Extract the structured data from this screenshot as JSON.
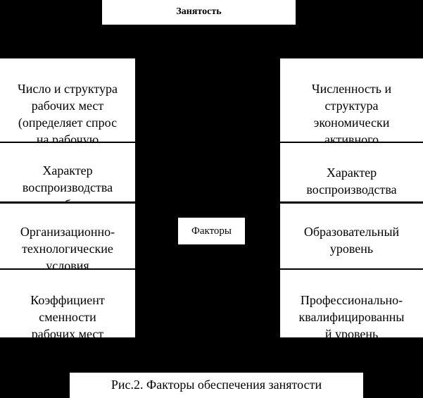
{
  "title": "Занятость",
  "center_label": "Факторы",
  "caption": "Рис.2. Факторы обеспечения занятости",
  "left_factors": [
    {
      "lines": [
        "Число и структура",
        "рабочих мест",
        "(определяет спрос",
        "на рабочую"
      ]
    },
    {
      "lines": [
        "Характер",
        "воспроизводства",
        "б"
      ]
    },
    {
      "lines": [
        "Организационно-",
        "технологические",
        "условия"
      ]
    },
    {
      "lines": [
        "Коэффициент",
        "сменности",
        "рабочих мест"
      ]
    }
  ],
  "right_factors": [
    {
      "lines": [
        "Численность и",
        "структура",
        "экономически",
        "активного"
      ]
    },
    {
      "lines": [
        "Характер",
        "воспроизводства"
      ]
    },
    {
      "lines": [
        "Образовательный",
        "уровень"
      ]
    },
    {
      "lines": [
        "Профессионально-",
        "квалифицированны",
        "й уровень"
      ]
    }
  ]
}
